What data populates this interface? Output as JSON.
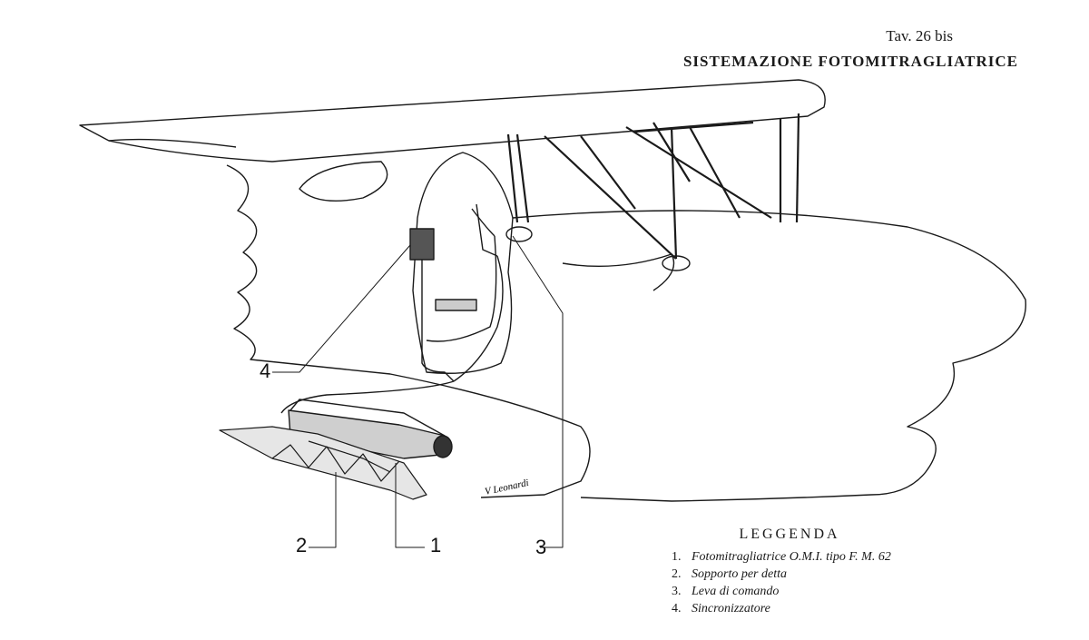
{
  "header": {
    "plate_number": "Tav. 26 bis",
    "title": "SISTEMAZIONE FOTOMITRAGLIATRICE"
  },
  "callouts": [
    "1",
    "2",
    "3",
    "4"
  ],
  "signature": "V Leonardi",
  "legend": {
    "title": "LEGGENDA",
    "items": [
      {
        "num": "1.",
        "text": "Fotomitragliatrice O.M.I. tipo F. M. 62"
      },
      {
        "num": "2.",
        "text": "Sopporto per detta"
      },
      {
        "num": "3.",
        "text": "Leva di comando"
      },
      {
        "num": "4.",
        "text": "Sincronizzatore"
      }
    ]
  },
  "colors": {
    "ink": "#1a1a1a",
    "paper": "#ffffff",
    "shade": "#555555"
  }
}
